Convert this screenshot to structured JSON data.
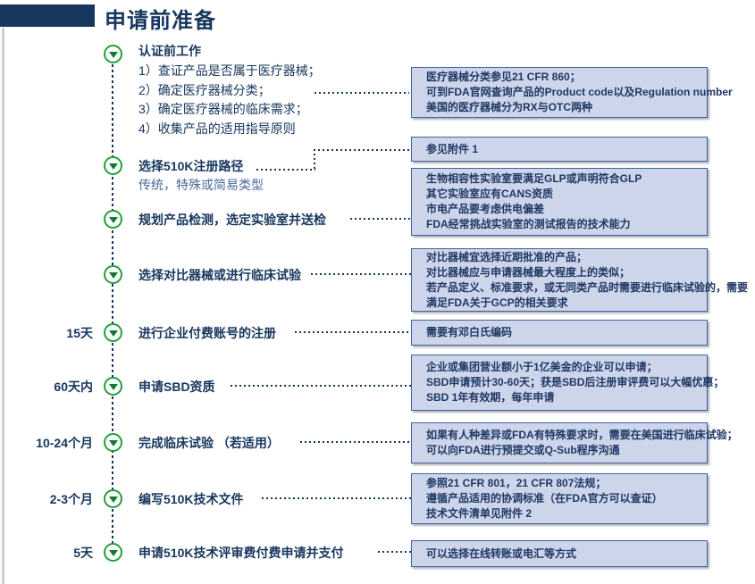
{
  "page": {
    "title": "申请前准备"
  },
  "colors": {
    "accent_navy": "#17365D",
    "title_bar_navy": "#17375E",
    "marker_green_ring": "#21A038",
    "marker_green_triangle": "#0E7A32",
    "note_fill": "#CDD5EA",
    "note_border": "#44639E",
    "subtitle_blue_gray": "#4A6A9D"
  },
  "icons": {
    "step_marker": "down-triangle-in-green-circle"
  },
  "timeline": {
    "steps": [
      {
        "time": "",
        "label": "认证前工作",
        "details": [
          "1）查证产品是否属于医疗器械；",
          "2）确定医疗器械分类；",
          "3）确定医疗器械的临床需求；",
          "4）收集产品的适用指导原则"
        ]
      },
      {
        "time": "",
        "label": "选择510K注册路径",
        "subtitle": "传统，特殊或简易类型"
      },
      {
        "time": "",
        "label": "规划产品检测，选定实验室并送检"
      },
      {
        "time": "",
        "label": "选择对比器械或进行临床试验"
      },
      {
        "time": "15天",
        "label": "进行企业付费账号的注册"
      },
      {
        "time": "60天内",
        "label": "申请SBD资质"
      },
      {
        "time": "10-24个月",
        "label": "完成临床试验 （若适用）"
      },
      {
        "time": "2-3个月",
        "label": "编写510K技术文件"
      },
      {
        "time": "5天",
        "label": "申请510K技术评审费付费申请并支付"
      }
    ]
  },
  "notes": [
    {
      "lines": [
        "医疗器械分类参见21 CFR 860；",
        "可到FDA官网查询产品的Product code以及Regulation number",
        "美国的医疗器械分为RX与OTC两种"
      ]
    },
    {
      "lines": [
        "参见附件 1"
      ]
    },
    {
      "lines": [
        "生物相容性实验室要满足GLP或声明符合GLP",
        "其它实验室应有CANS资质",
        "市电产品要考虑供电偏差",
        "FDA经常挑战实验室的测试报告的技术能力"
      ]
    },
    {
      "lines": [
        "对比器械宜选择近期批准的产品；",
        "对比器械应与申请器械最大程度上的类似；",
        "若产品定义、标准要求，或无同类产品时需要进行临床试验的，需要",
        "满足FDA关于GCP的相关要求"
      ]
    },
    {
      "lines": [
        "需要有邓白氏编码"
      ]
    },
    {
      "lines": [
        "企业或集团营业额小于1亿美金的企业可以申请；",
        "SBD申请预计30-60天；获是SBD后注册审评费可以大幅优惠；",
        "SBD 1年有效期，每年申请"
      ]
    },
    {
      "lines": [
        "如果有人种差异或FDA有特殊要求时，需要在美国进行临床试验；",
        "可以向FDA进行预提交或Q-Sub程序沟通"
      ]
    },
    {
      "lines": [
        "参照21 CFR 801，21 CFR 807法规；",
        "遵循产品适用的协调标准（在FDA官方可以查证）",
        "技术文件清单见附件 2"
      ]
    },
    {
      "lines": [
        "可以选择在线转账或电汇等方式"
      ]
    }
  ]
}
